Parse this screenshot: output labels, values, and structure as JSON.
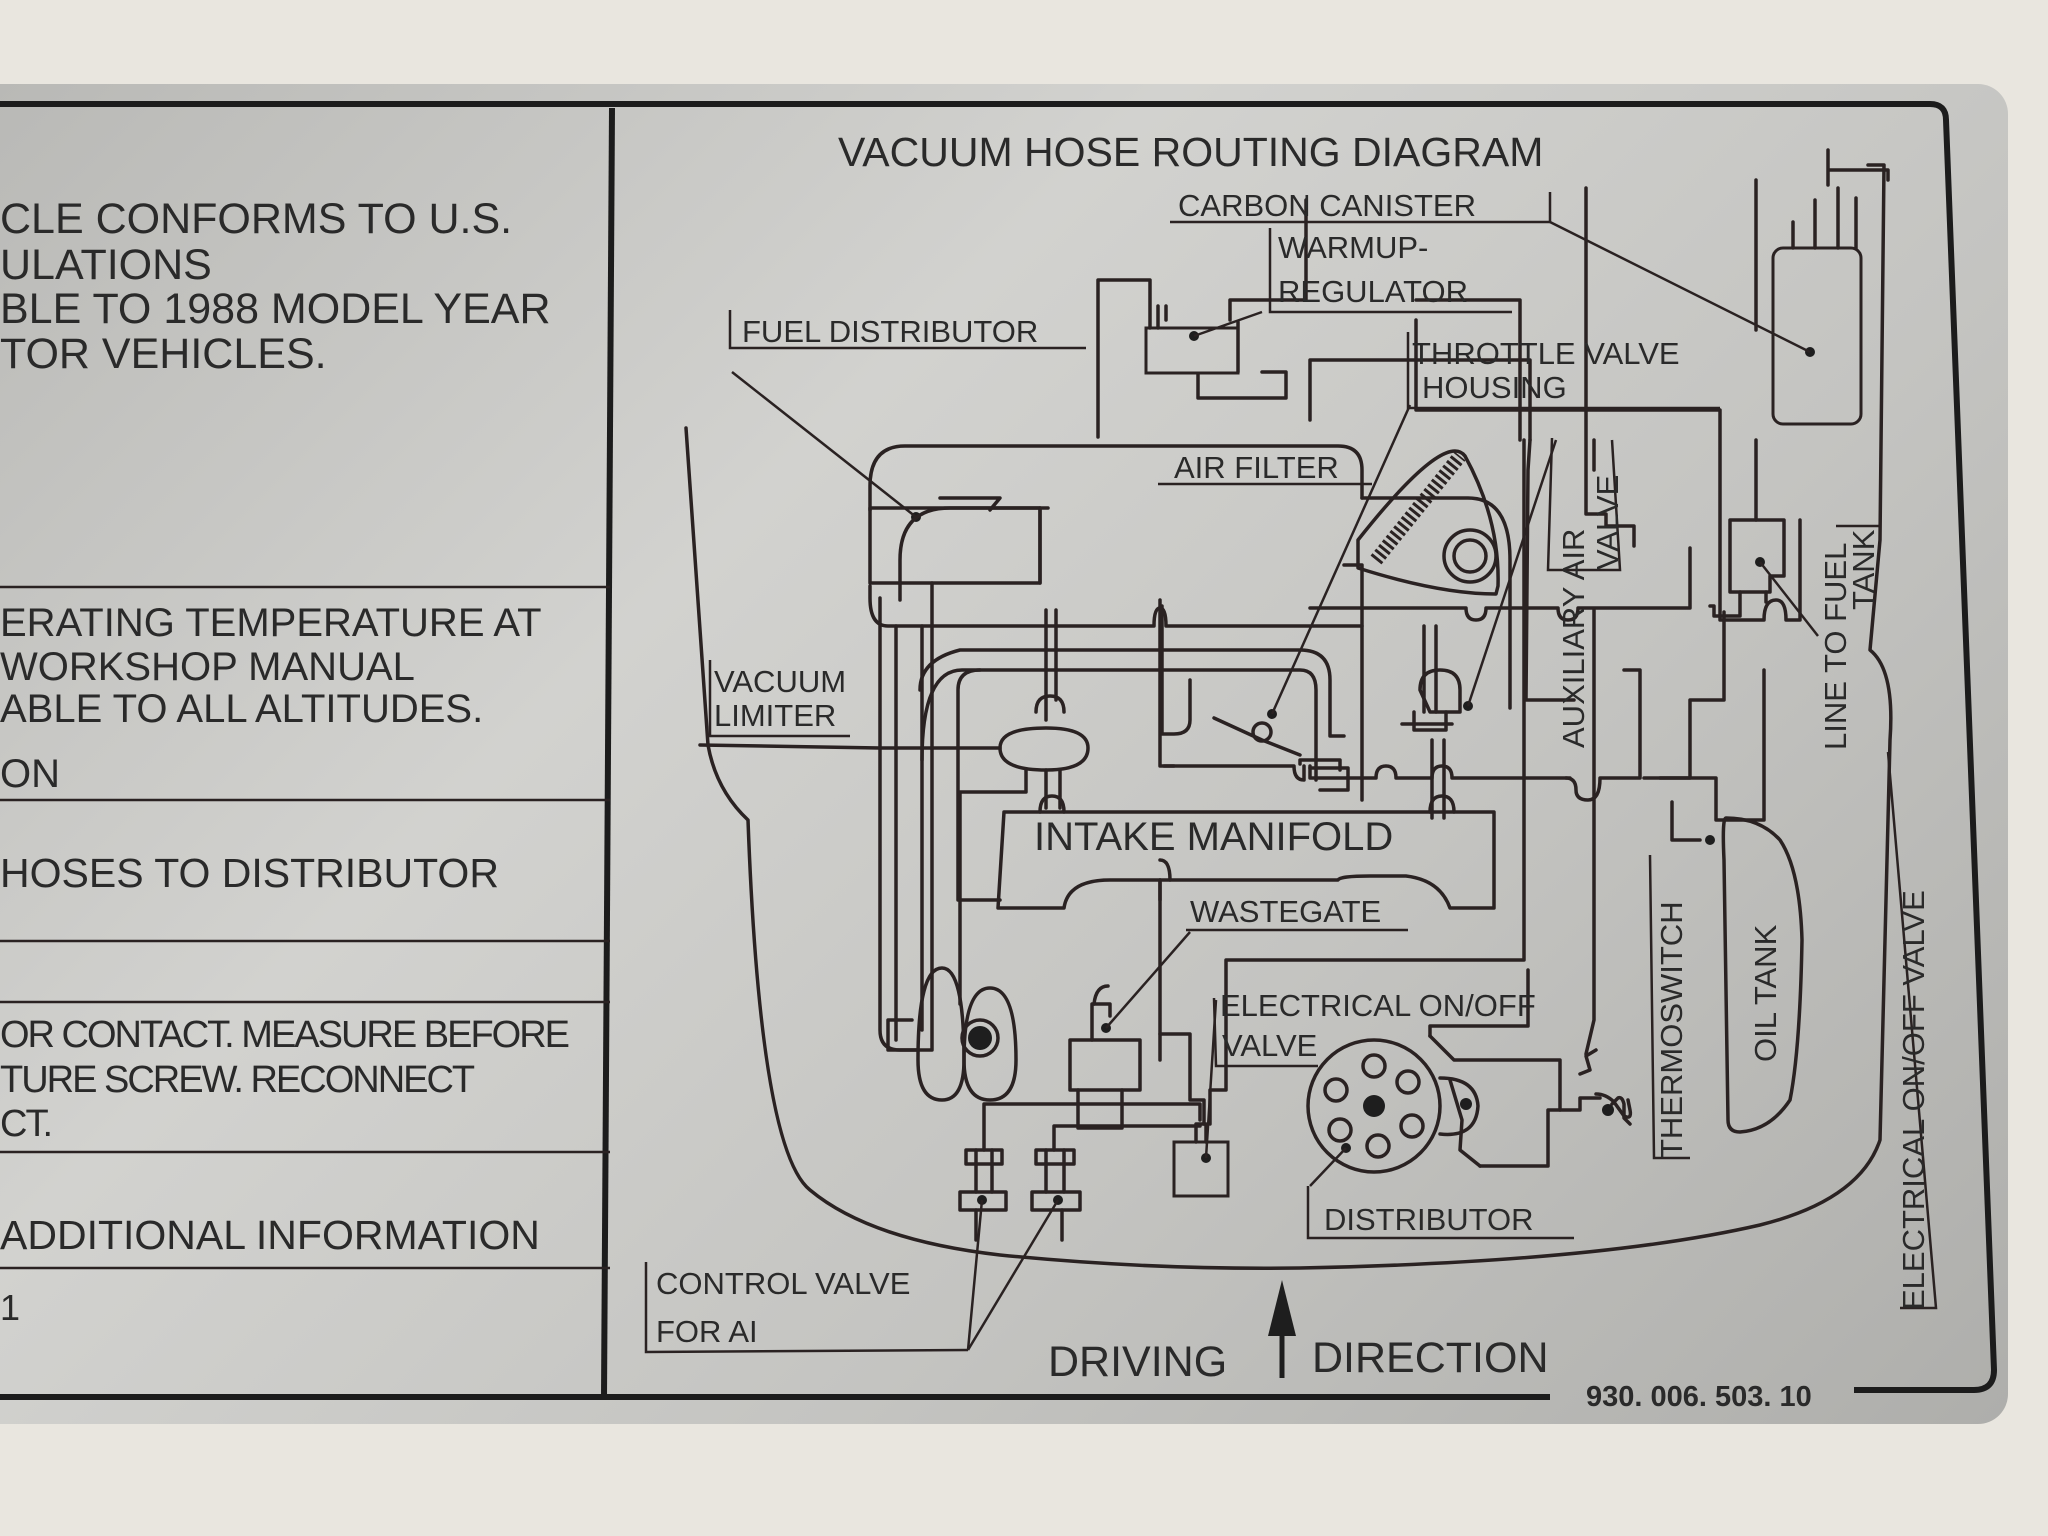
{
  "left_panel": {
    "conformity_lines": [
      "CLE CONFORMS TO U.S.",
      "ULATIONS",
      "BLE TO 1988 MODEL YEAR",
      "TOR VEHICLES."
    ],
    "temperature_lines": [
      "ERATING TEMPERATURE AT",
      " WORKSHOP MANUAL",
      "ABLE TO ALL ALTITUDES."
    ],
    "on_text": "ON",
    "hoses_text": "HOSES TO DISTRIBUTOR",
    "contact_lines": [
      "OR CONTACT. MEASURE BEFORE",
      "TURE SCREW. RECONNECT",
      "CT."
    ],
    "additional_info": "ADDITIONAL INFORMATION",
    "footer_digit": "1"
  },
  "diagram": {
    "title": "VACUUM HOSE ROUTING DIAGRAM",
    "labels": {
      "carbon_canister": "CARBON  CANISTER",
      "warmup_line1": "WARMUP-",
      "warmup_line2": "REGULATOR",
      "fuel_distributor": "FUEL DISTRIBUTOR",
      "throttle_line1": "THROTTLE VALVE",
      "throttle_line2": "HOUSING",
      "air_filter": "AIR FILTER",
      "auxiliary_line1": "AUXILIARY AIR",
      "auxiliary_line2": "VALVE",
      "line_to_fuel_line1": "LINE TO FUEL",
      "line_to_fuel_line2": "TANK",
      "vacuum_limiter_line1": "VACUUM",
      "vacuum_limiter_line2": "LIMITER",
      "intake_manifold": "INTAKE  MANIFOLD",
      "wastegate": "WASTEGATE",
      "electrical_valve_line1": "ELECTRICAL ON/OFF",
      "electrical_valve_line2": "VALVE",
      "thermoswitch": "THERMOSWITCH",
      "oil_tank": "OIL TANK",
      "electrical_onoff_valve_vertical": "ELECTRICAL ON/OFF VALVE",
      "distributor": "DISTRIBUTOR",
      "control_valve_line1": "CONTROL VALVE",
      "control_valve_line2": "FOR AI",
      "driving": "DRIVING",
      "direction": "DIRECTION"
    },
    "part_number": "930. 006. 503. 10"
  }
}
